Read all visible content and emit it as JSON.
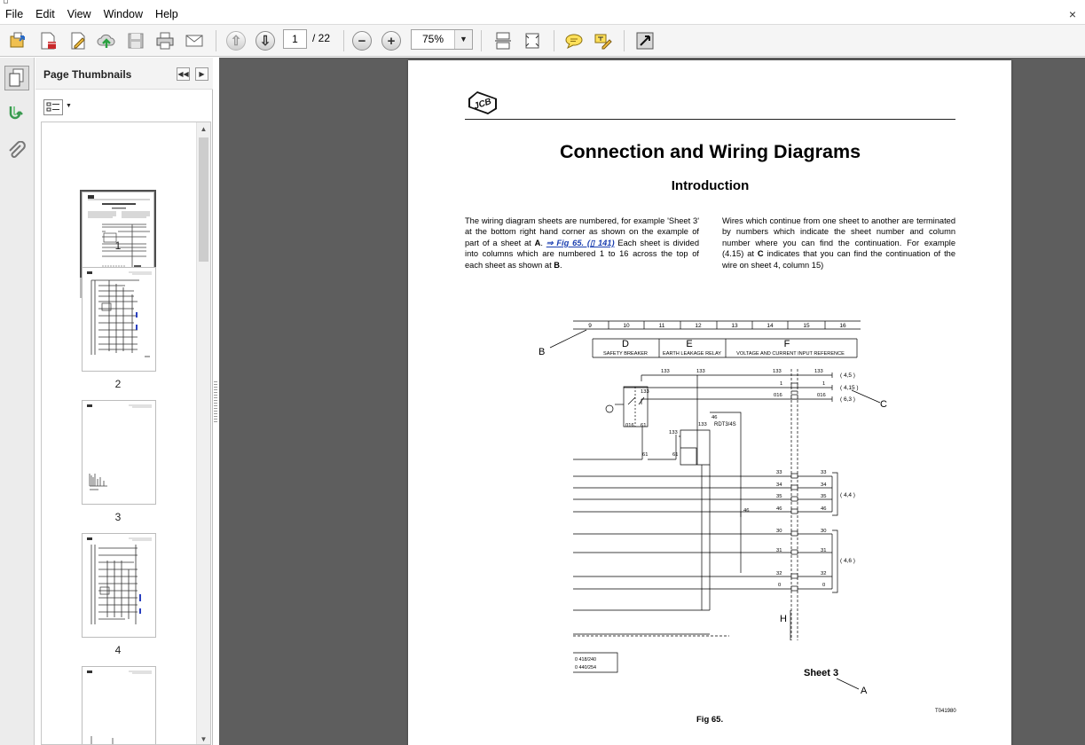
{
  "menu": {
    "items": [
      "File",
      "Edit",
      "View",
      "Window",
      "Help"
    ]
  },
  "toolbar": {
    "page_current": "1",
    "page_total": "/ 22",
    "zoom": "75%",
    "buttons": [
      "open-icon",
      "create-pdf-icon",
      "edit-icon",
      "upload-icon",
      "save-icon",
      "print-icon",
      "email-icon",
      "previous-page-icon",
      "next-page-icon",
      "zoom-out-icon",
      "zoom-in-icon",
      "scroll-mode-icon",
      "fit-page-icon",
      "comment-icon",
      "highlight-icon",
      "fullscreen-icon"
    ]
  },
  "sidebar": {
    "title": "Page Thumbnails",
    "thumbnails": [
      {
        "label": "1",
        "selected": true
      },
      {
        "label": "2",
        "selected": false
      },
      {
        "label": "3",
        "selected": false
      },
      {
        "label": "4",
        "selected": false
      }
    ]
  },
  "document": {
    "logo": "JCB",
    "title": "Connection and Wiring Diagrams",
    "subtitle": "Introduction",
    "para_left_a": "The wiring diagram sheets are numbered, for example 'Sheet 3' at the bottom right hand corner as shown on the example of part of a sheet at ",
    "para_left_b": "A",
    "para_left_link": "⇒ Fig 65. (▯ 141)",
    "para_left_c": " Each sheet is divided into columns which are numbered 1 to 16 across the top of each sheet as shown at ",
    "para_left_d": "B",
    "para_right_a": "Wires which continue from one sheet to another are terminated by numbers which indicate the sheet number and column number where you can find the continuation. For example (4.15) at ",
    "para_right_b": "C",
    "para_right_c": " indicates that you can find the continuation of the wire on sheet 4, column 15)",
    "figure": {
      "columns": [
        "9",
        "10",
        "11",
        "12",
        "13",
        "14",
        "15",
        "16"
      ],
      "section_letters": [
        "D",
        "E",
        "F"
      ],
      "section_names": [
        "SAFETY BREAKER",
        "EARTH LEAKAGE RELAY",
        "VOLTAGE AND CURRENT INPUT REFERENCE"
      ],
      "callouts": [
        "B",
        "C",
        "H",
        "A"
      ],
      "refs": [
        "( 4,5 )",
        "( 4,15 )",
        "( 6,3 )",
        "( 4,4 )",
        "( 4,6 )"
      ],
      "wire_numbers": [
        "133",
        "1",
        "016",
        "33",
        "34",
        "35",
        "46",
        "30",
        "31",
        "32",
        "0",
        "61"
      ],
      "relay_label": "RDT3/4S",
      "legend_lines": [
        "0   418/240",
        "0   440/254"
      ],
      "sheet_label": "Sheet 3",
      "caption": "Fig 65.",
      "code": "T041980"
    }
  }
}
